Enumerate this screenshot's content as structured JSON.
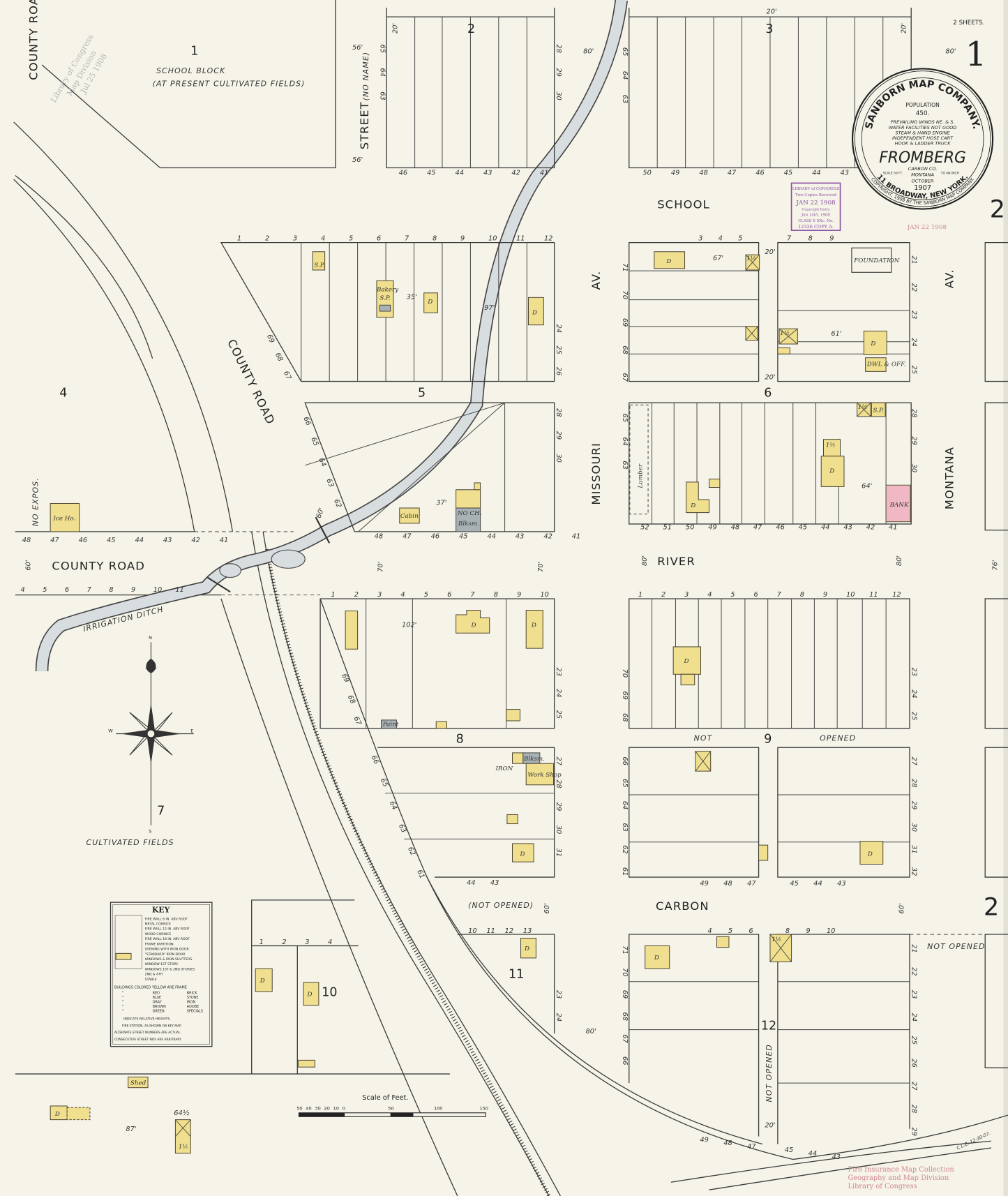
{
  "sheet": {
    "number": "1",
    "sheets_note": "2 SHEETS.",
    "adjoining_sheet": "2"
  },
  "seal": {
    "company": "SANBORN MAP COMPANY.",
    "population_label": "POPULATION",
    "population": "450.",
    "notes": [
      "PREVAILING WINDS NE. & S.",
      "WATER FACILITIES NOT GOOD",
      "STEAM & HAND ENGINE",
      "INDEPENDENT HOSE CART",
      "HOOK & LADDER TRUCK"
    ],
    "town": "FROMBERG",
    "county": "CARBON CO.",
    "state": "MONTANA",
    "month": "OCTOBER",
    "year": "1907",
    "scale_left": "SCALE 50 FT.",
    "scale_right": "TO AN INCH",
    "address": "11 BROADWAY, NEW YORK.",
    "copyright": "COPYRIGHT, 1908 BY THE SANBORN MAP COMPANY."
  },
  "stamps": {
    "loc_received": [
      "LIBRARY of CONGRESS",
      "Two Copies Received",
      "JAN 22 1908",
      "Copyright Entry",
      "Jan 14th, 1908",
      "CLASS E  XXc. No.",
      "12326  COPY A."
    ],
    "date_stamp": "JAN 22 1908",
    "map_division": [
      "Library of Congress",
      "Map Division",
      "Jul 25 1908"
    ]
  },
  "streets": {
    "county_road_top": "COUNTY ROAD",
    "county_road_diag": "COUNTY ROAD",
    "county_road_west": "COUNTY ROAD",
    "street_no_name": "STREET",
    "street_no_name_note": "(NO NAME)",
    "school": "SCHOOL",
    "river": "RIVER",
    "carbon": "CARBON",
    "missouri": "MISSOURI",
    "missouri_av": "AV.",
    "montana": "MONTANA",
    "montana_av": "AV.",
    "not_opened_carbon": "(NOT OPENED)",
    "not_opened_9": "NOT",
    "opened_9": "OPENED",
    "not_opened_12": "NOT OPENED",
    "not_opened_east": "NOT OPENED",
    "irrigation_ditch": "IRRIGATION DITCH"
  },
  "blocks": {
    "b1": "1",
    "b1_name": "SCHOOL BLOCK",
    "b1_note": "(AT PRESENT CULTIVATED FIELDS)",
    "b2": "2",
    "b3": "3",
    "b4": "4",
    "b5": "5",
    "b6": "6",
    "b7": "7",
    "b7_note": "CULTIVATED FIELDS",
    "b8": "8",
    "b9": "9",
    "b10": "10",
    "b11": "11",
    "b12": "12",
    "no_expos": "NO EXPOS."
  },
  "lot_numbers": {
    "b2_bottom": [
      "46",
      "45",
      "44",
      "43",
      "42",
      "41"
    ],
    "b2_left": [
      "65",
      "64",
      "63"
    ],
    "b2_right": [
      "28",
      "29",
      "30"
    ],
    "b3_bottom": [
      "50",
      "49",
      "48",
      "47",
      "46",
      "45",
      "44",
      "43"
    ],
    "b3_left": [
      "65",
      "64",
      "63"
    ],
    "b5_top": [
      "1",
      "2",
      "3",
      "4",
      "5",
      "6",
      "7",
      "8",
      "9",
      "10",
      "11",
      "12"
    ],
    "b5_right": [
      "24",
      "25",
      "26"
    ],
    "b5_diag": [
      "69",
      "68",
      "67"
    ],
    "b5s_bottom": [
      "48",
      "47",
      "46",
      "45",
      "44",
      "43",
      "42",
      "41"
    ],
    "b5s_right": [
      "28",
      "29",
      "30"
    ],
    "b5s_diag": [
      "66",
      "65",
      "64",
      "63",
      "62"
    ],
    "b4_bottom": [
      "48",
      "47",
      "46",
      "45",
      "44",
      "43",
      "42",
      "41"
    ],
    "b7_top": [
      "4",
      "5",
      "6",
      "7",
      "8",
      "9",
      "10",
      "11"
    ],
    "bm_top": [
      "3",
      "4",
      "5"
    ],
    "bm_left": [
      "71",
      "70",
      "69",
      "68",
      "67"
    ],
    "bn_top": [
      "7",
      "8",
      "9"
    ],
    "bn_right": [
      "21",
      "22",
      "23",
      "24",
      "25"
    ],
    "b6_bottom": [
      "52",
      "51",
      "50",
      "49",
      "48",
      "47",
      "46",
      "45",
      "44",
      "43",
      "42",
      "41"
    ],
    "b6_left": [
      "65",
      "64",
      "63"
    ],
    "b6_right": [
      "28",
      "29",
      "30"
    ],
    "b8_top": [
      "1",
      "2",
      "3",
      "4",
      "5",
      "6",
      "7",
      "8",
      "9",
      "10"
    ],
    "b8_right": [
      "23",
      "24",
      "25"
    ],
    "b8_diag": [
      "69",
      "68",
      "67"
    ],
    "b8s_right": [
      "27",
      "28",
      "29",
      "30",
      "31"
    ],
    "b8s_diag": [
      "66",
      "65",
      "64",
      "63",
      "62",
      "61"
    ],
    "b8s_bottom": [
      "44",
      "43"
    ],
    "b9_top": [
      "1",
      "2",
      "3",
      "4",
      "5",
      "6",
      "7",
      "8",
      "9",
      "10",
      "11",
      "12"
    ],
    "b9_left": [
      "70",
      "69",
      "68"
    ],
    "b9_right": [
      "23",
      "24",
      "25"
    ],
    "b9s_left": [
      "66",
      "65",
      "64",
      "63",
      "62",
      "61"
    ],
    "b9s_right": [
      "27",
      "28",
      "29",
      "30",
      "31",
      "32"
    ],
    "b9s_bottom": [
      "49",
      "48",
      "47",
      "45",
      "44",
      "43"
    ],
    "b11_top": [
      "10",
      "11",
      "12",
      "13"
    ],
    "b11_right": [
      "23",
      "24"
    ],
    "b10_top": [
      "1",
      "2",
      "3",
      "4"
    ],
    "b12_top": [
      "4",
      "5",
      "6",
      "8",
      "9",
      "10"
    ],
    "b12_left": [
      "71",
      "70",
      "69",
      "68",
      "67",
      "66"
    ],
    "b12_right": [
      "21",
      "22",
      "23",
      "24",
      "25",
      "26",
      "27",
      "28",
      "29"
    ],
    "b12_bottom": [
      "49",
      "48",
      "47",
      "45",
      "44",
      "43"
    ]
  },
  "dimensions": {
    "d80a": "80'",
    "d80b": "80'",
    "d80c": "80'",
    "d80d": "80'",
    "d80e": "80'",
    "d60a": "60'",
    "d60b": "60'",
    "d60c": "60'",
    "d60d": "60'",
    "d70a": "70'",
    "d70b": "70'",
    "d76": "76'",
    "d20a": "20'",
    "d20b": "20'",
    "d20c": "20'",
    "d20d": "20'",
    "d20e": "20'",
    "d20f": "20'",
    "d56a": "56'",
    "d56b": "56'",
    "d67": "67'",
    "d97": "97'",
    "d35": "35'",
    "d37": "37'",
    "d102": "102'",
    "d61": "61'",
    "d64": "64'",
    "d87": "87'",
    "d64h": "64½"
  },
  "buildings": {
    "bakery": "Bakery",
    "sp": "S.P.",
    "dwelling": "D",
    "cabin": "Cabin",
    "no_ch": "NO CH.",
    "blacksmith": "Blksm.",
    "ice_house": "Ice Ho.",
    "foundation": "FOUNDATION",
    "dwl_off": "DWL & OFF.",
    "bank": "BANK",
    "paint": "Paint",
    "work_shop": "Work Shop",
    "iron": "IRON",
    "shed": "Shed",
    "lumber": "Lumber",
    "one_half": "1½",
    "x": "X"
  },
  "compass": {
    "north": "N",
    "south": "S",
    "east": "E",
    "west": "W"
  },
  "key": {
    "title": "KEY",
    "lines": [
      "FIRE WALL 6 IN. ABV ROOF",
      "METAL CORNICE",
      "FIRE WALL 12 IN. ABV ROOF",
      "WOOD CORNICE",
      "FIRE WALL 18 IN. ABV ROOF",
      "FRAME PARTITION.",
      "OPENING WITH IRON DOOR.",
      "\"STANDARD\" IRON DOOR",
      "WINDOWS & IRON SHUTTERS.",
      "WINDOW-1ST STORY.",
      "WINDOWS 1ST & 2ND STORIES",
      "2ND & 4TH",
      "STABLE"
    ],
    "colors_heading": "BUILDINGS COLORED YELLOW ARE FRAME",
    "colors": [
      {
        "name": "RED",
        "material": "BRICK",
        "hex": "#d9534f"
      },
      {
        "name": "BLUE",
        "material": "STONE",
        "hex": "#6b8fc9"
      },
      {
        "name": "GRAY",
        "material": "IRON",
        "hex": "#a8b2b5"
      },
      {
        "name": "BROWN",
        "material": "ADOBE",
        "hex": "#9a6b3f"
      },
      {
        "name": "GREEN",
        "material": "SPECIALS",
        "hex": "#7fb07f"
      }
    ],
    "heights": "INDICATE RELATIVE HEIGHTS.",
    "fire_station": "FIRE STATION, AS SHOWN ON KEY MAP.",
    "footer1": "ALTERNATE STREET NUMBERS ARE ACTUAL.",
    "footer2": "CONSECUTIVE STREET NOS ARE ARBITRARY."
  },
  "scale": {
    "title": "Scale of Feet.",
    "ticks": [
      "50",
      "40",
      "30",
      "20",
      "10",
      "0",
      "50",
      "100",
      "150"
    ]
  },
  "collection_credit": [
    "Fire Insurance Map Collection",
    "Geography and Map Division",
    "Library of Congress"
  ],
  "surveyor_note": "C.L.Z. 12-30-07.",
  "colors": {
    "paper": "#f6f4e9",
    "frame": "#efdf8e",
    "iron": "#a8b2b5",
    "brick": "#efb8c4",
    "ditch": "#d8dde0",
    "stamp": "#8a4fa0"
  }
}
